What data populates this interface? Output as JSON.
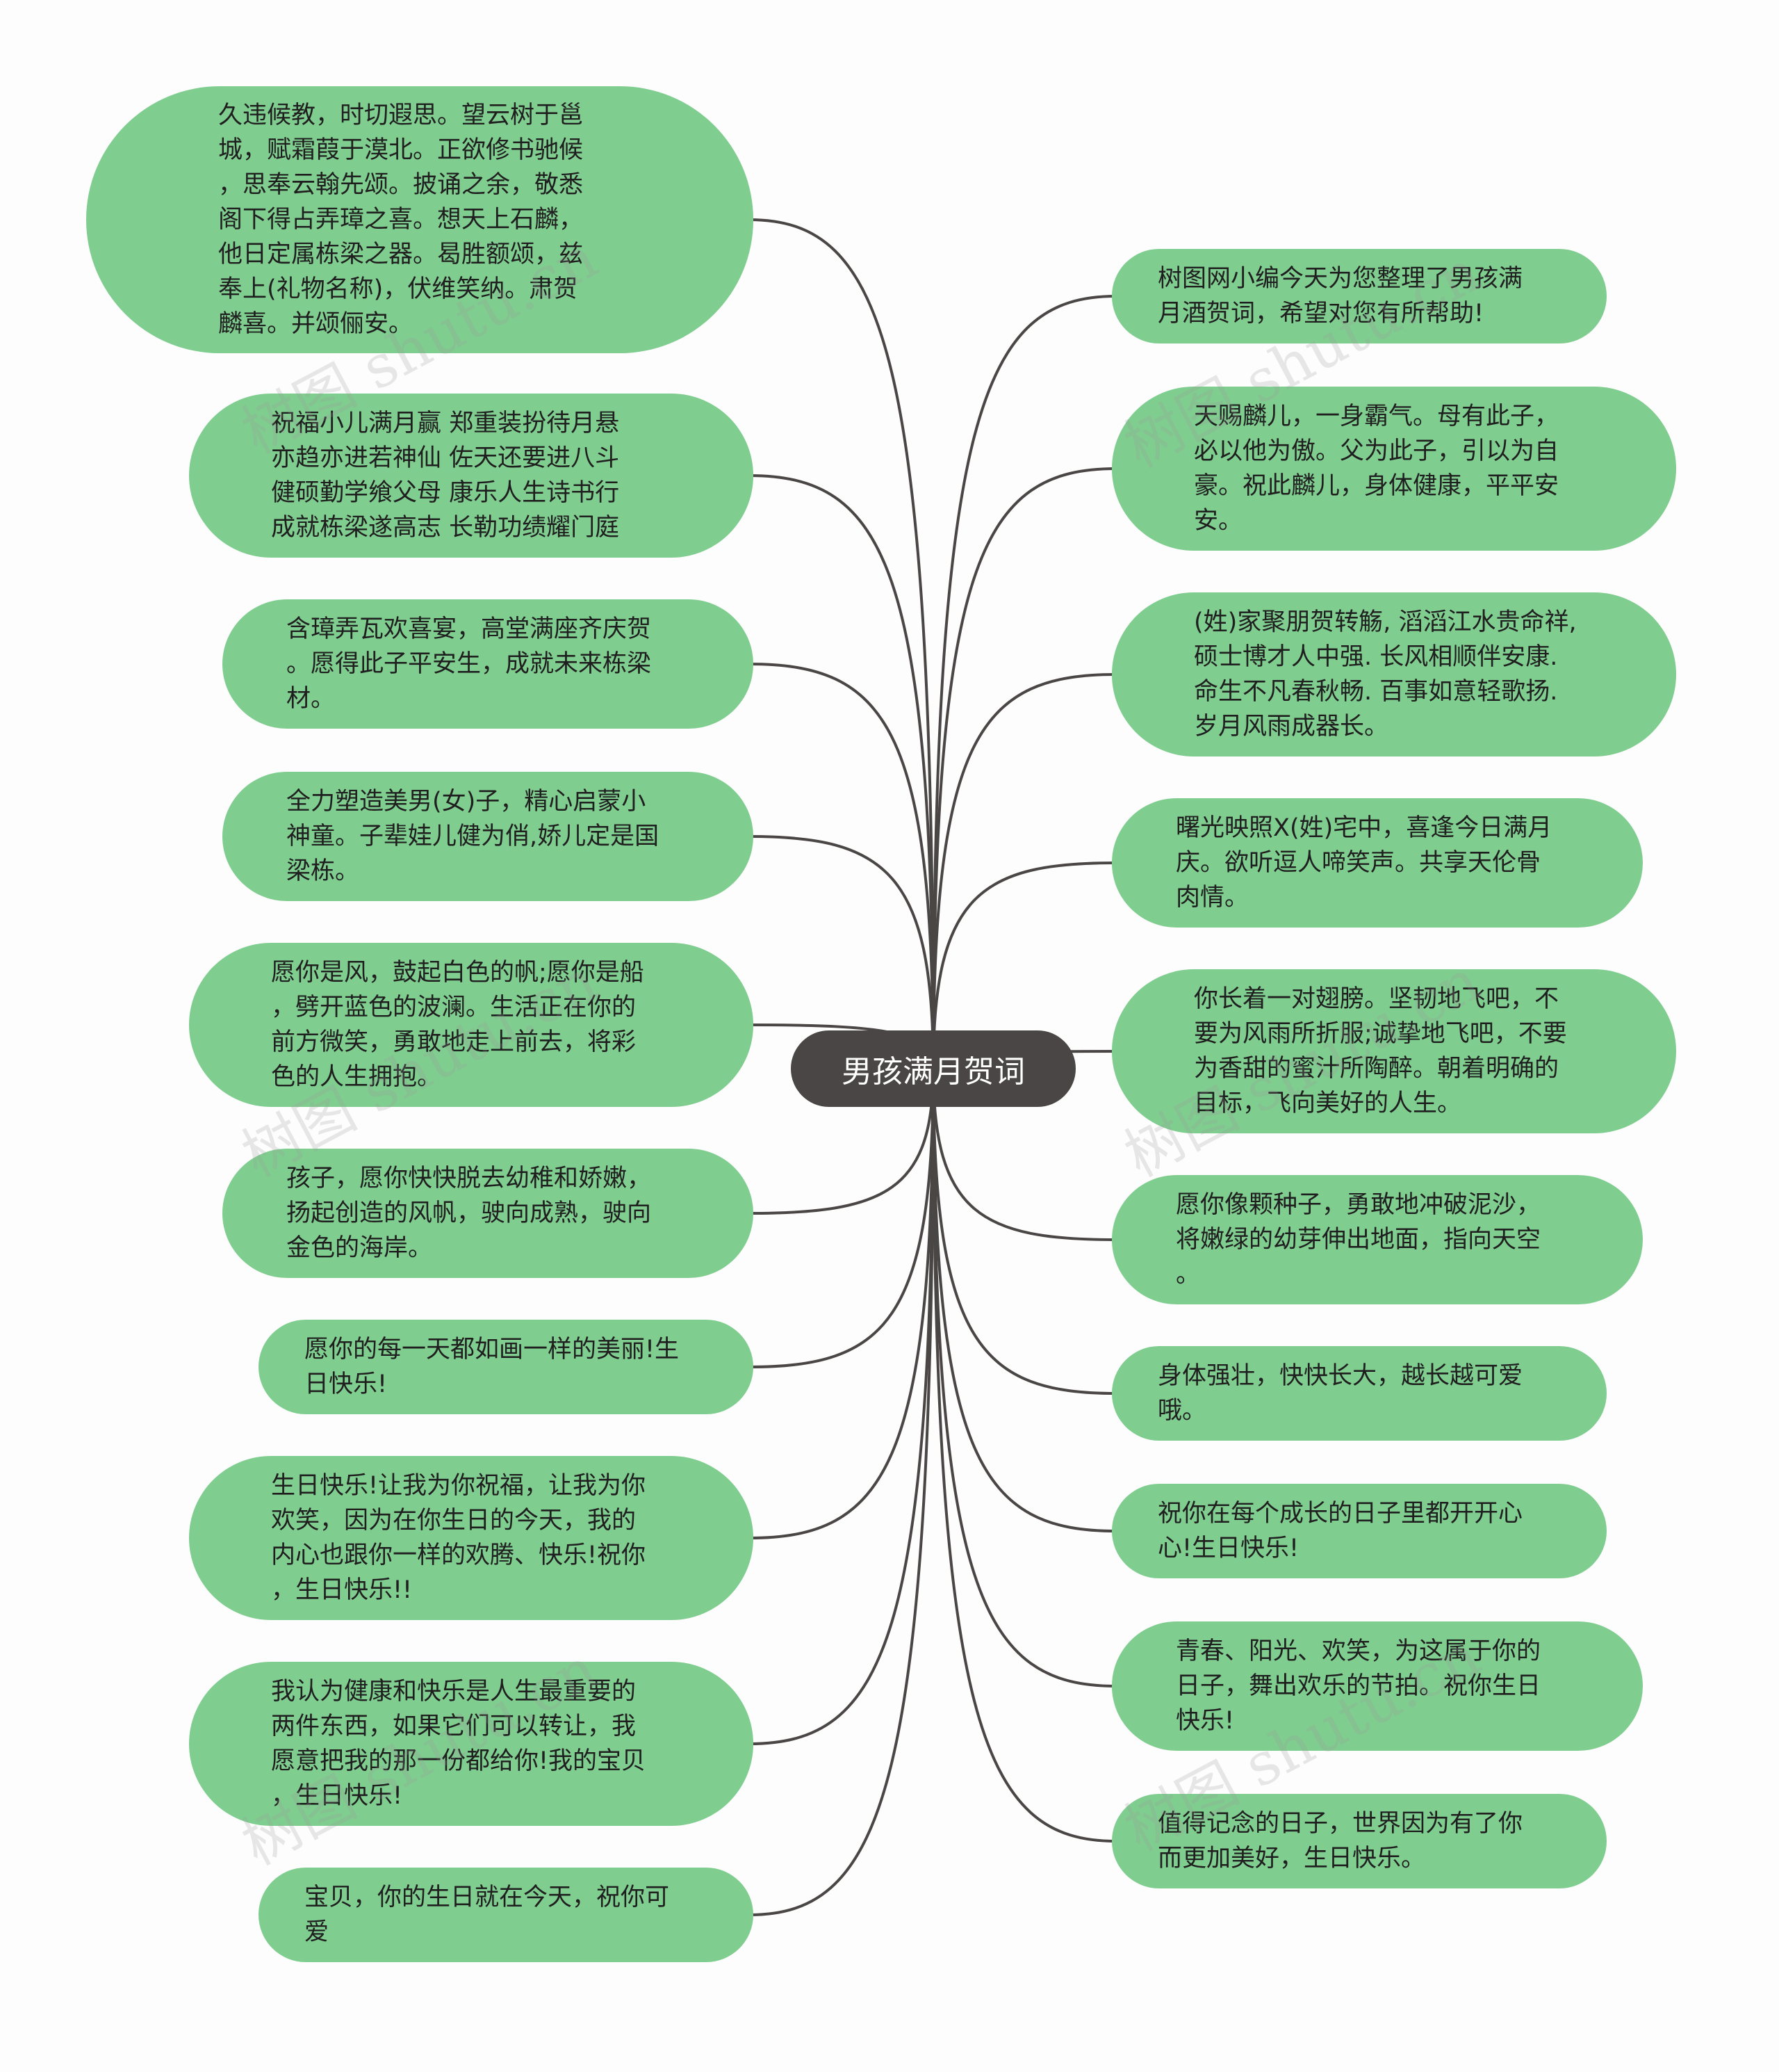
{
  "center": {
    "label": "男孩满月贺词"
  },
  "left_nodes": [
    "久违候教，时切遐思。望云树于邕\n城，赋霜葭于漠北。正欲修书驰候\n，思奉云翰先颂。披诵之余，敬悉\n阁下得占弄璋之喜。想天上石麟，\n他日定属栋梁之器。曷胜额颂，兹\n奉上(礼物名称)，伏维笑纳。肃贺\n麟喜。并颂俪安。",
    "祝福小儿满月赢 郑重装扮待月悬\n亦趋亦进若神仙 佐天还要进八斗\n健硕勤学飨父母 康乐人生诗书行\n成就栋梁遂高志 长勒功绩耀门庭",
    "含璋弄瓦欢喜宴，高堂满座齐庆贺\n。愿得此子平安生，成就未来栋梁\n材。",
    "全力塑造美男(女)子，精心启蒙小\n神童。子辈娃儿健为俏,娇儿定是国\n梁栋。",
    "愿你是风，鼓起白色的帆;愿你是船\n，劈开蓝色的波澜。生活正在你的\n前方微笑，勇敢地走上前去，将彩\n色的人生拥抱。",
    "孩子，愿你快快脱去幼稚和娇嫩，\n扬起创造的风帆，驶向成熟，驶向\n金色的海岸。",
    "愿你的每一天都如画一样的美丽!生\n日快乐!",
    "生日快乐!让我为你祝福，让我为你\n欢笑，因为在你生日的今天，我的\n内心也跟你一样的欢腾、快乐!祝你\n，生日快乐!!",
    "我认为健康和快乐是人生最重要的\n两件东西，如果它们可以转让，我\n愿意把我的那一份都给你!我的宝贝\n，生日快乐!",
    "宝贝，你的生日就在今天，祝你可\n爱"
  ],
  "right_nodes": [
    "树图网小编今天为您整理了男孩满\n月酒贺词，希望对您有所帮助!",
    "天赐麟儿，一身霸气。母有此子，\n必以他为傲。父为此子，引以为自\n豪。祝此麟儿，身体健康，平平安\n安。",
    "(姓)家聚朋贺转觞, 滔滔江水贵命祥,\n 硕士博才人中强. 长风相顺伴安康.\n 命生不凡春秋畅. 百事如意轻歌扬.\n 岁月风雨成器长。",
    "曙光映照X(姓)宅中，喜逢今日满月\n庆。欲听逗人啼笑声。共享天伦骨\n肉情。",
    "你长着一对翅膀。坚韧地飞吧，不\n要为风雨所折服;诚挚地飞吧，不要\n为香甜的蜜汁所陶醉。朝着明确的\n目标，飞向美好的人生。",
    "愿你像颗种子，勇敢地冲破泥沙，\n将嫩绿的幼芽伸出地面，指向天空\n。",
    "身体强壮，快快长大，越长越可爱\n哦。",
    "祝你在每个成长的日子里都开开心\n心!生日快乐!",
    "青春、阳光、欢笑，为这属于你的\n日子，舞出欢乐的节拍。祝你生日\n快乐!",
    "值得记念的日子，世界因为有了你\n而更加美好，生日快乐。"
  ],
  "watermark": "树图 shutu.cn",
  "colors": {
    "node_fill": "#80cd90",
    "center_fill": "#4a4645",
    "line": "#4a4645",
    "background": "#fcfdfc"
  }
}
